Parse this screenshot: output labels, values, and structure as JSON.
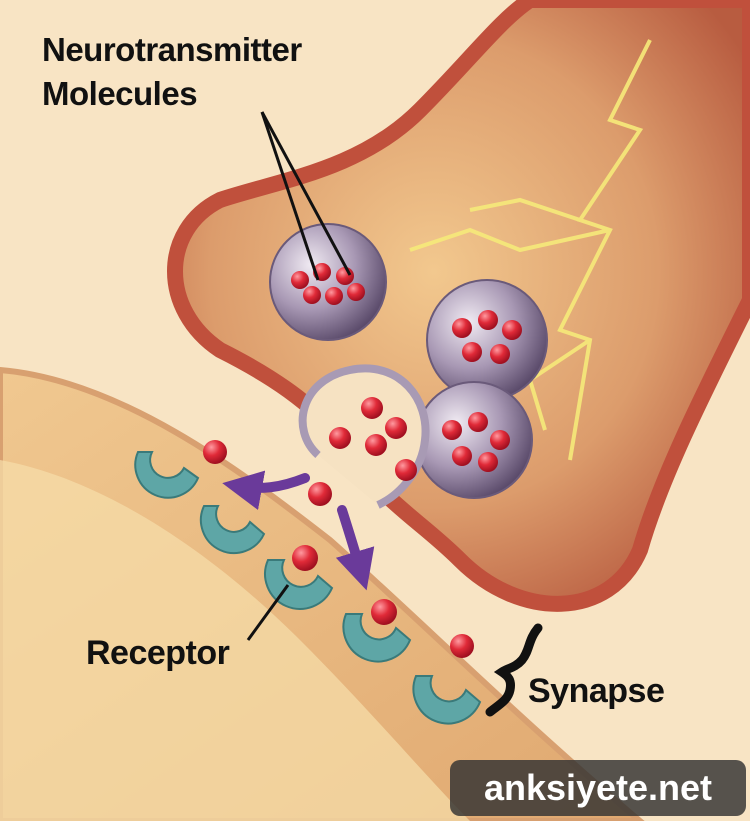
{
  "labels": {
    "neurotransmitter_line1": "Neurotransmitter",
    "neurotransmitter_line2": "Molecules",
    "receptor": "Receptor",
    "synapse": "Synapse"
  },
  "watermark": "anksiyete.net",
  "colors": {
    "background": "#f8e4c4",
    "neuron_border": "#c0503c",
    "neuron_fill": "#d89468",
    "postsynaptic": "#e8b880",
    "vesicle": "#8c7c98",
    "molecule": "#dd2433",
    "receptor": "#5ea6a6",
    "arrow": "#6a3a9a",
    "lightning": "#f0e06a"
  }
}
